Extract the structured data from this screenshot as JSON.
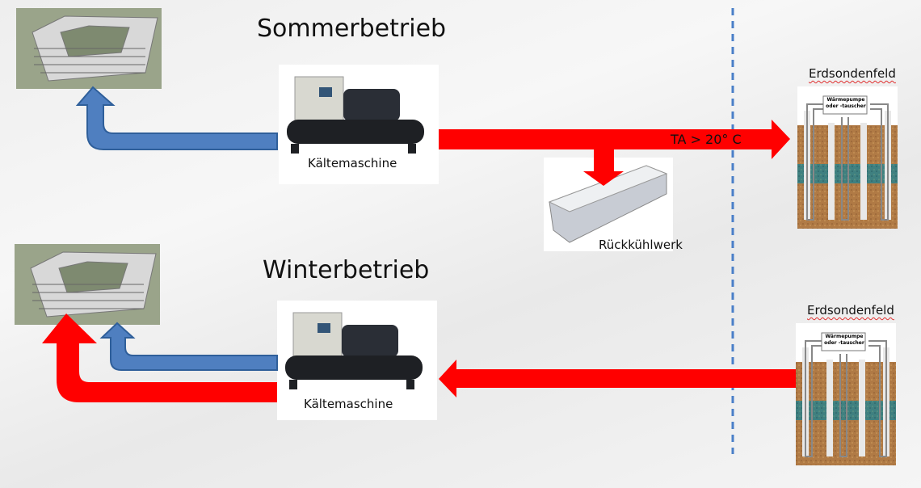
{
  "summer": {
    "title": "Sommerbetrieb",
    "chiller_label": "Kältemaschine",
    "cooler_label": "Rückkühlwerk",
    "temp_label": "TA > 20° C",
    "field_label": "Erdsondenfeld",
    "field_box": "Wärmepumpe oder -tauscher"
  },
  "winter": {
    "title": "Winterbetrieb",
    "chiller_label": "Kältemaschine",
    "field_label": "Erdsondenfeld",
    "field_box": "Wärmepumpe oder -tauscher"
  },
  "colors": {
    "hot": "#ff0000",
    "cold": "#4f7fc0",
    "divider": "#4a7fc8"
  }
}
